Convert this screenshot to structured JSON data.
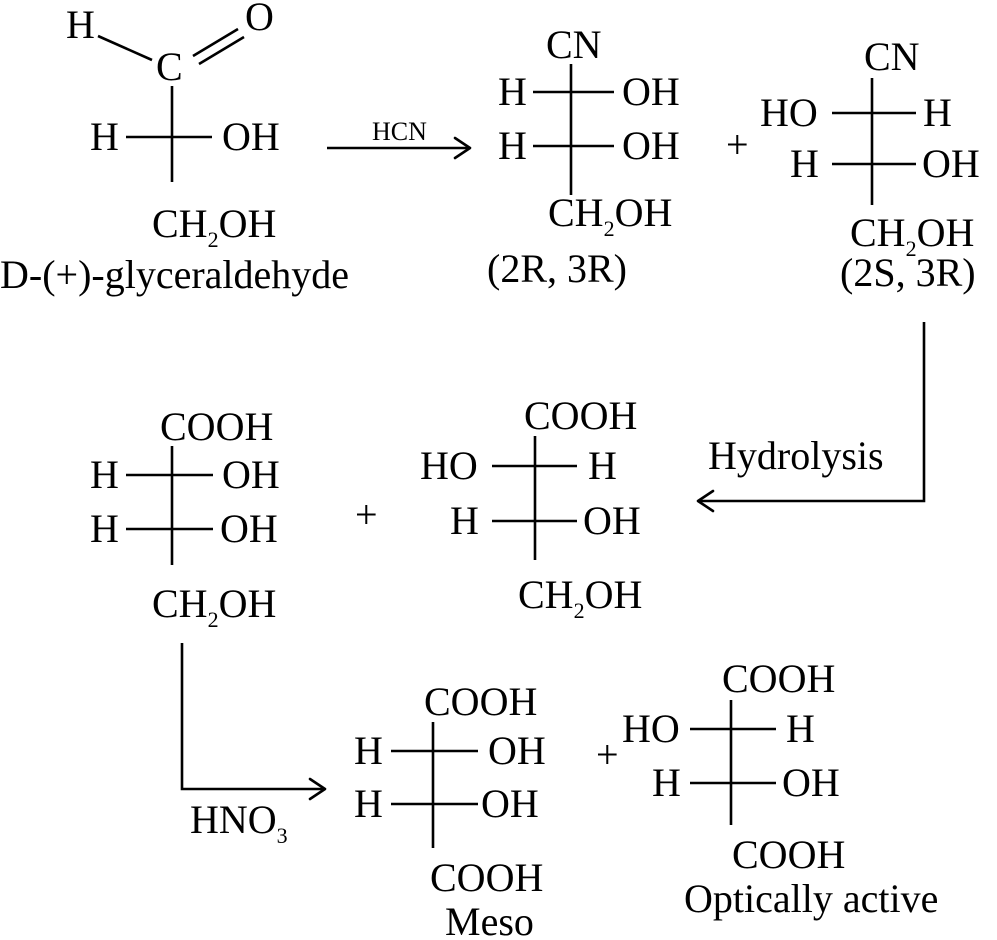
{
  "glyceraldehyde": {
    "h_top": "H",
    "c": "C",
    "o": "O",
    "h_left": "H",
    "oh_right": "OH",
    "bottom_main": "CH",
    "bottom_sub": "2",
    "bottom_tail": "OH",
    "name": "D-(+)-glyceraldehyde"
  },
  "reagents": {
    "hcn": "HCN",
    "hydrolysis": "Hydrolysis",
    "hno3_main": "HNO",
    "hno3_sub": "3"
  },
  "plus_signs": [
    "+",
    "+",
    "+"
  ],
  "cyanohydrin_2R3R": {
    "top": "CN",
    "row1_left": "H",
    "row1_right": "OH",
    "row2_left": "H",
    "row2_right": "OH",
    "bottom_main": "CH",
    "bottom_sub": "2",
    "bottom_tail": "OH",
    "config": "(2R, 3R)"
  },
  "cyanohydrin_2S3R": {
    "top": "CN",
    "row1_left": "HO",
    "row1_right": "H",
    "row2_left": "H",
    "row2_right": "OH",
    "bottom_main": "CH",
    "bottom_sub": "2",
    "bottom_tail": "OH",
    "config": "(2S, 3R)"
  },
  "acid_1": {
    "top": "COOH",
    "row1_left": "H",
    "row1_right": "OH",
    "row2_left": "H",
    "row2_right": "OH",
    "bottom_main": "CH",
    "bottom_sub": "2",
    "bottom_tail": "OH"
  },
  "acid_2": {
    "top": "COOH",
    "row1_left": "HO",
    "row1_right": "H",
    "row2_left": "H",
    "row2_right": "OH",
    "bottom_main": "CH",
    "bottom_sub": "2",
    "bottom_tail": "OH"
  },
  "tartaric_meso": {
    "top": "COOH",
    "row1_left": "H",
    "row1_right": "OH",
    "row2_left": "H",
    "row2_right": "OH",
    "bottom": "COOH",
    "label": "Meso"
  },
  "tartaric_active": {
    "top": "COOH",
    "row1_left": "HO",
    "row1_right": "H",
    "row2_left": "H",
    "row2_right": "OH",
    "bottom": "COOH",
    "label": "Optically active"
  }
}
